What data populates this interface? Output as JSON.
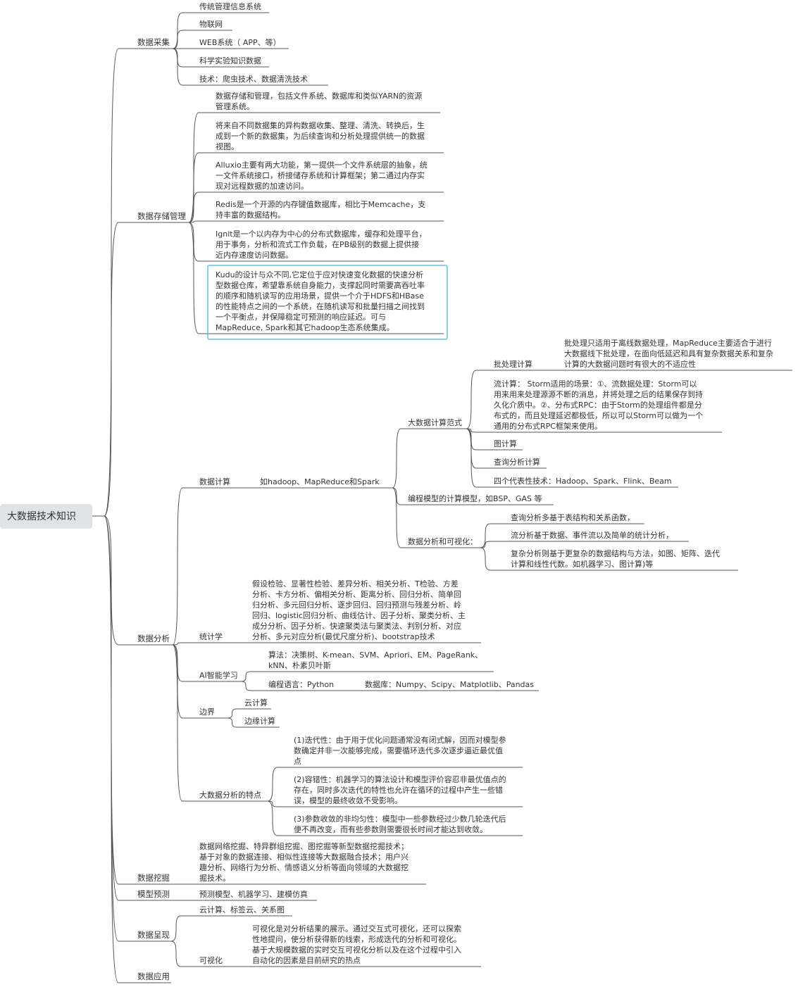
{
  "root": {
    "label": "大数据技术知识"
  },
  "branches": [
    {
      "label": "数据采集",
      "children": [
        {
          "label": "传统管理信息系统"
        },
        {
          "label": "物联网"
        },
        {
          "label": "WEB系统（ APP、等）"
        },
        {
          "label": "科学实验知识数据"
        },
        {
          "label": "技术：爬虫技术、数据清洗技术"
        }
      ]
    },
    {
      "label": "数据存储管理",
      "children": [
        {
          "label": [
            "数据存储和管理，包括文件系统、数据库和类似YARN的资源",
            "管理系统。"
          ]
        },
        {
          "label": [
            "将来自不同数据集的异构数据收集、整理、清洗、转换后，生",
            "成到一个新的数据集，为后续查询和分析处理提供统一的数据",
            "视图。"
          ]
        },
        {
          "label": [
            "Alluxio主要有两大功能，第一提供一个文件系统层的抽象，统",
            "一文件系统接口，桥接储存系统和计算框架；第二通过内存实",
            "现对远程数据的加速访问。"
          ]
        },
        {
          "label": [
            "Redis是一个开源的内存键值数据库，相比于Memcache，支",
            "持丰富的数据结构。"
          ]
        },
        {
          "label": [
            "Ignit是一个以内存为中心的分布式数据库，缓存和处理平台，",
            "用于事务，分析和流式工作负载，在PB级别的数据上提供接",
            "近内存速度访问数据。"
          ]
        },
        {
          "label": [
            "Kudu的设计与众不同,它定位于应对快速变化数据的快速分析",
            "型数据仓库，希望靠系统自身能力，支撑起同时需要高吞吐率",
            "的顺序和随机读写的应用场景，提供一个介于HDFS和HBase",
            "的性能特点之间的一个系统，在随机读写和批量扫描之间找到",
            "一个平衡点，并保障稳定可预测的响应延迟。可与",
            "MapReduce, Spark和其它hadoop生态系统集成。"
          ],
          "selected": true
        }
      ]
    },
    {
      "label": "数据分析",
      "children": [
        {
          "label": "数据计算",
          "extra": "如hadoop、MapReduce和Spark",
          "children": [
            {
              "label": "大数据计算范式",
              "children": [
                {
                  "label": "批处理计算",
                  "note": [
                    "批处理只适用于离线数据处理，MapReduce主要适合于进行",
                    "大数据线下批处理，在面向低延迟和具有复杂数据关系和复杂",
                    "计算的大数据问题时有很大的不适应性"
                  ]
                },
                {
                  "label": [
                    "流计算：     Storm适用的场景：①、流数据处理：Storm可以",
                    "用来用来处理源源不断的消息，并将处理之后的结果保存到持",
                    "久化介质中。②、分布式RPC：由于Storm的处理组件都是分",
                    "布式的，而且处理延迟都极低，所以可以Storm可以做为一个",
                    "通用的分布式RPC框架来使用。"
                  ]
                },
                {
                  "label": "图计算"
                },
                {
                  "label": "查询分析计算"
                },
                {
                  "label": "四个代表性技术：Hadoop、Spark、Flink、Beam"
                }
              ]
            },
            {
              "label": "编程模型的计算模型，如BSP、GAS 等"
            },
            {
              "label": "数据分析和可视化：",
              "children": [
                {
                  "label": "查询分析多基于表结构和关系函数，"
                },
                {
                  "label": "流分析基于数据、事件流以及简单的统计分析，"
                },
                {
                  "label": [
                    "复杂分析则基于更复杂的数据结构与方法，如图、矩阵、迭代",
                    "计算和线性代数。如机器学习、图计算)等"
                  ]
                }
              ]
            }
          ]
        },
        {
          "label": "统计学",
          "children": [
            {
              "label": [
                "假设检验、显著性检验、差异分析、相关分析、T检验、方差",
                "分析、卡方分析、偏相关分析、距离分析、回归分析、简单回",
                "归分析、多元回归分析、逐步回归、回归预测与残差分析、岭",
                "回归、logistic回归分析、曲线估计、因子分析、聚类分析、主",
                "成分分析、因子分析、快速聚类法与聚类法、判别分析、对应",
                "分析、多元对应分析(最优尺度分析)、bootstrap技术"
              ]
            }
          ]
        },
        {
          "label": "AI智能学习",
          "children": [
            {
              "label": [
                "算法：决策树、K-mean、SVM、Apriori、EM、PageRank、",
                "kNN、朴素贝叶斯"
              ]
            },
            {
              "label": "编程语言：Python",
              "extra": "数据库：Numpy、Scipy、Matplotlib、Pandas"
            }
          ]
        },
        {
          "label": "边界",
          "children": [
            {
              "label": "云计算"
            },
            {
              "label": "边缘计算"
            }
          ]
        },
        {
          "label": "大数据分析的特点",
          "children": [
            {
              "label": [
                "(1)迭代性：由于用于优化问题通常没有闭式解，因而对模型参",
                "数确定并非一次能够完成，需要循环迭代多次逐步逼近最优值",
                "点"
              ]
            },
            {
              "label": [
                "(2)容错性：机器学习的算法设计和模型评价容忍非最优值点的",
                "存在，同时多次迭代的特性也允许在循环的过程中产生一些错",
                "误，模型的最终收敛不受影响。"
              ]
            },
            {
              "label": [
                "(3)参数收敛的非均匀性：模型中一些参数经过少数几轮迭代后",
                "便不再改变，而有些参数则需要很长时间才能达到收敛。"
              ]
            }
          ]
        }
      ]
    },
    {
      "label": "数据挖掘",
      "children": [
        {
          "label": [
            "数据网络挖掘、特异群组挖掘、图挖掘等新型数据挖掘技术；",
            "基于对象的数据连接、相似性连接等大数据融合技术；用户兴",
            "趣分析、网络行为分析、情感语义分析等面向领域的大数据挖",
            "掘技术。"
          ]
        }
      ]
    },
    {
      "label": "模型预测",
      "children": [
        {
          "label": "预测模型、机器学习、建模仿真"
        }
      ]
    },
    {
      "label": "数据呈现",
      "children": [
        {
          "label": "云计算、标签云、关系图"
        },
        {
          "label": "可视化",
          "note": [
            "可视化是对分析结果的展示。通过交互式可视化，还可以探索",
            "性地提问，使分析获得新的线索，形成迭代的分析和可视化。",
            "基于大规模数据的实时交互可视化分析以及在这个过程中引入",
            "自动化的因素是目前研究的热点"
          ]
        }
      ]
    },
    {
      "label": "数据应用",
      "children": []
    }
  ]
}
